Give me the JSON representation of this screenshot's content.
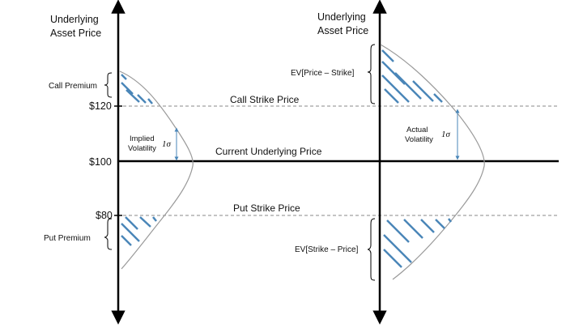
{
  "left_panel": {
    "axis_title_line1": "Underlying",
    "axis_title_line2": "Asset Price",
    "tick_120": "$120",
    "tick_100": "$100",
    "tick_80": "$80",
    "call_premium_label": "Call Premium",
    "put_premium_label": "Put Premium",
    "vol_label_line1": "Implied",
    "vol_label_line2": "Volatility",
    "sigma_label": "1σ"
  },
  "right_panel": {
    "axis_title_line1": "Underlying",
    "axis_title_line2": "Asset Price",
    "ev_call_label": "EV[Price – Strike]",
    "ev_put_label": "EV[Strike – Price]",
    "vol_label_line1": "Actual",
    "vol_label_line2": "Volatility",
    "sigma_label": "1σ"
  },
  "lines": {
    "call_strike_label": "Call Strike Price",
    "current_price_label": "Current Underlying Price",
    "put_strike_label": "Put Strike Price"
  },
  "colors": {
    "hatch": "#4a86b8",
    "curve": "#9a9a9a",
    "axis": "#000000",
    "dashed": "#8a8a8a",
    "arrow": "#4a86b8"
  }
}
